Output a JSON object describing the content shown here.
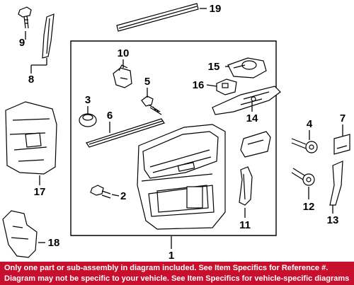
{
  "callouts": [
    {
      "id": "1",
      "label": "1"
    },
    {
      "id": "2",
      "label": "2"
    },
    {
      "id": "3",
      "label": "3"
    },
    {
      "id": "4",
      "label": "4"
    },
    {
      "id": "5",
      "label": "5"
    },
    {
      "id": "6",
      "label": "6"
    },
    {
      "id": "7",
      "label": "7"
    },
    {
      "id": "8",
      "label": "8"
    },
    {
      "id": "9",
      "label": "9"
    },
    {
      "id": "10",
      "label": "10"
    },
    {
      "id": "11",
      "label": "11"
    },
    {
      "id": "12",
      "label": "12"
    },
    {
      "id": "13",
      "label": "13"
    },
    {
      "id": "14",
      "label": "14"
    },
    {
      "id": "15",
      "label": "15"
    },
    {
      "id": "16",
      "label": "16"
    },
    {
      "id": "17",
      "label": "17"
    },
    {
      "id": "18",
      "label": "18"
    },
    {
      "id": "19",
      "label": "19"
    }
  ],
  "footer": {
    "line1": "Only one part or sub-assembly in diagram included. See Item Specifics for Reference #.",
    "line2": "Diagram may not be specific to your vehicle. See Item Specifics for vehicle-specific diagrams.",
    "background": "#c8102e",
    "text_color": "#ffffff"
  }
}
